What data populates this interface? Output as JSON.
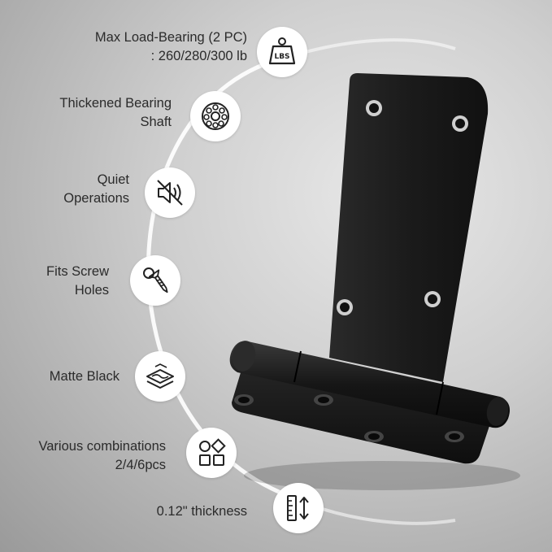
{
  "features": [
    {
      "key": "load",
      "icon": "weight-lbs-icon",
      "lines": [
        "Max Load-Bearing (2 PC)",
        ":  260/280/300 lb"
      ],
      "icon_text": "LBS"
    },
    {
      "key": "shaft",
      "icon": "bearing-shaft-icon",
      "lines": [
        "Thickened Bearing",
        "Shaft"
      ]
    },
    {
      "key": "quiet",
      "icon": "muted-speaker-icon",
      "lines": [
        "Quiet",
        "Operations"
      ]
    },
    {
      "key": "screw",
      "icon": "screw-icon",
      "lines": [
        "Fits Screw",
        "Holes"
      ]
    },
    {
      "key": "finish",
      "icon": "matte-layers-icon",
      "lines": [
        "Matte Black"
      ]
    },
    {
      "key": "combos",
      "icon": "shapes-grid-icon",
      "lines": [
        "Various combinations",
        "2/4/6pcs"
      ]
    },
    {
      "key": "thickness",
      "icon": "ruler-thickness-icon",
      "lines": [
        "0.12\" thickness"
      ]
    }
  ],
  "colors": {
    "background": "#c8c8c8",
    "hinge": "#1a1a1a",
    "label_text": "#2b2b2b",
    "icon_disc": "#ffffff",
    "icon_stroke": "#222222"
  }
}
